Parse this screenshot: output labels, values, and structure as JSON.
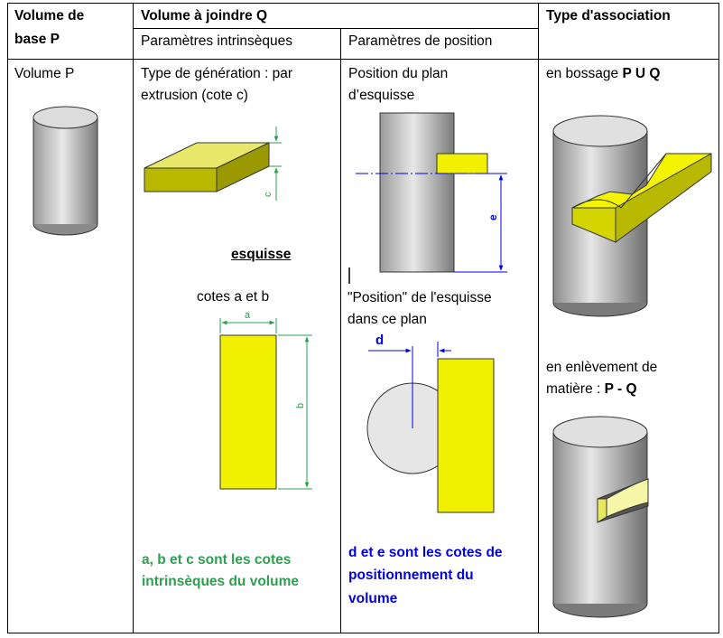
{
  "header": {
    "col1_line1": "Volume de",
    "col1_line2": "base P",
    "col2": "Volume à joindre Q",
    "col2a": "Paramètres intrinsèques",
    "col2b": "Paramètres de position",
    "col4": "Type d'association"
  },
  "col1": {
    "label": "Volume P"
  },
  "col2": {
    "gen_line1": "Type de génération : par",
    "gen_line2": "extrusion (cote c)",
    "dim_c": "c",
    "esquisse": "esquisse",
    "cotes": "cotes a et b",
    "dim_a": "a",
    "dim_b": "b",
    "note_line1": "a, b et c sont les cotes",
    "note_line2": "intrinsèques du volume"
  },
  "col3": {
    "pos_line1": "Position du plan",
    "pos_line2": "d’esquisse",
    "dim_e": "e",
    "pos2_line1": "\"Position\" de l'esquisse",
    "pos2_line2": "dans ce plan",
    "dim_d": "d",
    "note_line1": "d et e sont les cotes de",
    "note_line2": "positionnement du",
    "note_line3": "volume"
  },
  "col4": {
    "bossage_prefix": "en bossage ",
    "bossage_op": "P U Q",
    "enl_line1": "en enlèvement de",
    "enl_prefix": "matière : ",
    "enl_op": "P - Q"
  }
}
